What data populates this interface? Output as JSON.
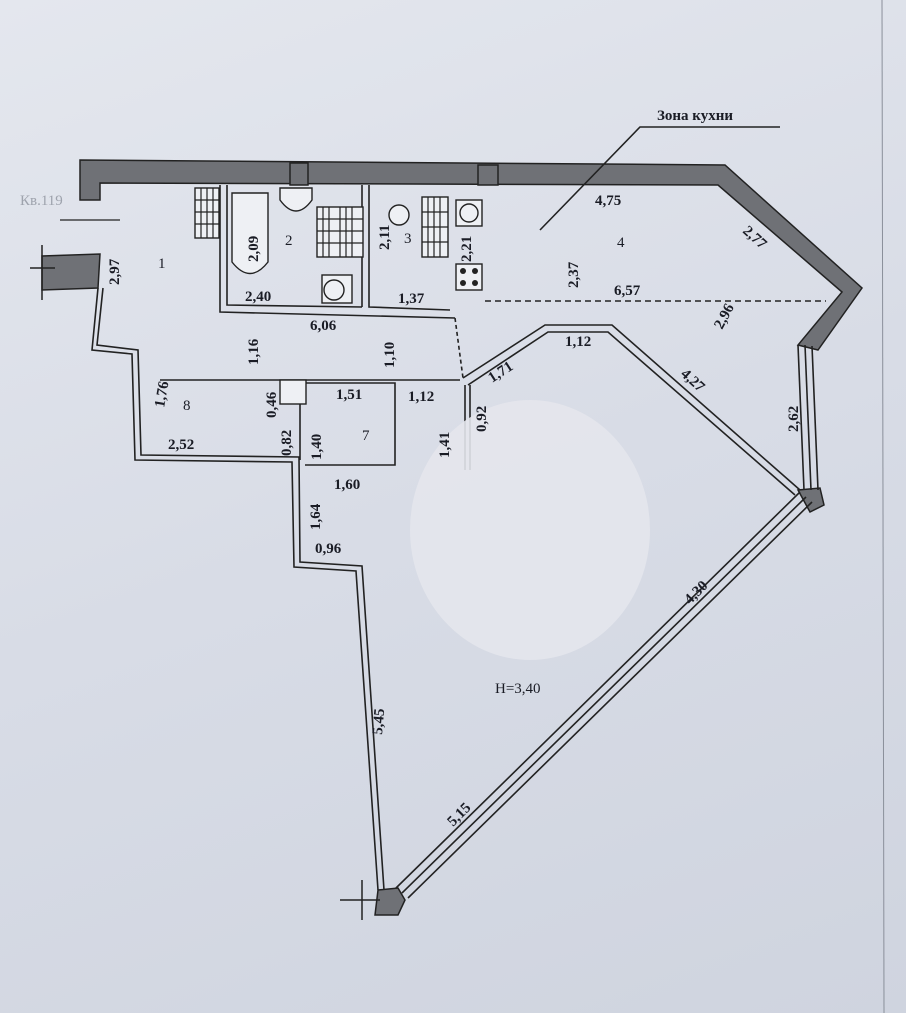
{
  "plan": {
    "apartment_label": "Кв.119",
    "zone_label": "Зона кухни",
    "height_label": "H=3,40",
    "rooms": [
      "1",
      "2",
      "3",
      "4",
      "7",
      "8"
    ],
    "dimensions": {
      "d297": "2,97",
      "d209": "2,09",
      "d240": "2,40",
      "d211": "2,11",
      "d221": "2,21",
      "d137": "1,37",
      "d606": "6,06",
      "d116": "1,16",
      "d110": "1,10",
      "d176": "1,76",
      "d046": "0,46",
      "d082": "0,82",
      "d252": "2,52",
      "d151": "1,51",
      "d112a": "1,12",
      "d140": "1,40",
      "d141": "1,41",
      "d092": "0,92",
      "d160": "1,60",
      "d164": "1,64",
      "d096": "0,96",
      "d545": "5,45",
      "d515": "5,15",
      "d430": "4,30",
      "d262": "2,62",
      "d427": "4,27",
      "d171": "1,71",
      "d112b": "1,12",
      "d657": "6,57",
      "d237": "2,37",
      "d475": "4,75",
      "d277": "2,77",
      "d296": "2,96"
    }
  }
}
